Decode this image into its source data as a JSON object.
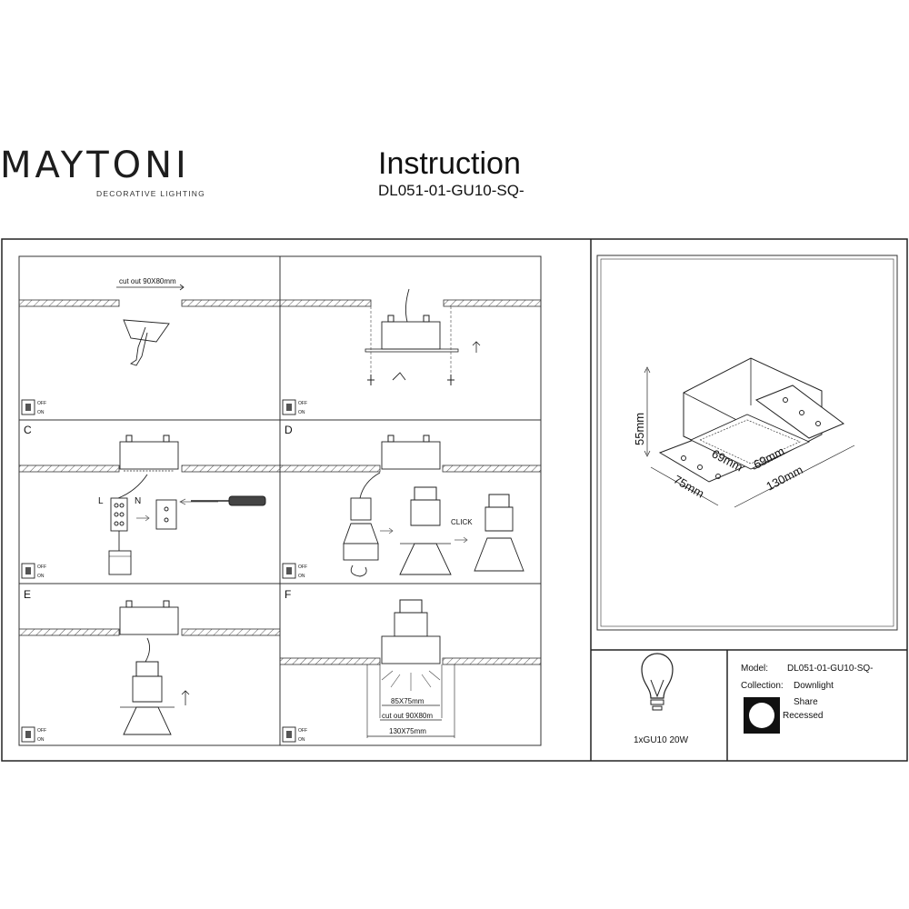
{
  "header": {
    "brand": "MAYTONI",
    "tagline": "DECORATIVE LIGHTING",
    "title": "Instruction",
    "model": "DL051-01-GU10-SQ-"
  },
  "panels": {
    "a": {
      "letter": "",
      "cutout_label": "cut out 90X80mm"
    },
    "b": {
      "letter": ""
    },
    "c": {
      "letter": "C",
      "live": "L",
      "neutral": "N"
    },
    "d": {
      "letter": "D",
      "click": "CLICK"
    },
    "e": {
      "letter": "E"
    },
    "f": {
      "letter": "F",
      "dim1": "85X75mm",
      "dim2": "cut out 90X80m",
      "dim3": "130X75mm"
    }
  },
  "switch": {
    "off": "OFF",
    "on": "ON",
    "off_num": "0",
    "on_num": "1"
  },
  "product": {
    "height": "55mm",
    "dim_a": "69mm",
    "dim_b": "69mm",
    "depth": "75mm",
    "length": "130mm"
  },
  "spec": {
    "lamp": "1xGU10 20W",
    "model_label": "Model:",
    "model_value": "DL051-01-GU10-SQ-",
    "collection_label": "Collection:",
    "collection_value": "Downlight",
    "shape": "Share",
    "mount": "Recessed"
  }
}
